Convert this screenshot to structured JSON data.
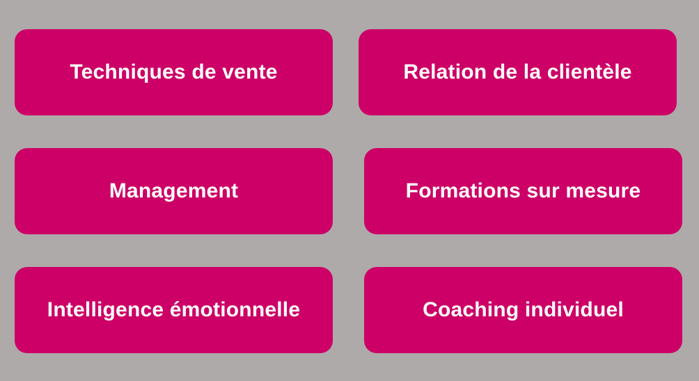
{
  "colors": {
    "background": "#aeaaaa",
    "tile": "#cc0066",
    "text": "#ffffff"
  },
  "tiles": [
    {
      "label": "Techniques de vente"
    },
    {
      "label": "Relation de la clientèle"
    },
    {
      "label": "Management"
    },
    {
      "label": "Formations sur mesure"
    },
    {
      "label": "Intelligence émotionnelle"
    },
    {
      "label": "Coaching individuel"
    }
  ]
}
